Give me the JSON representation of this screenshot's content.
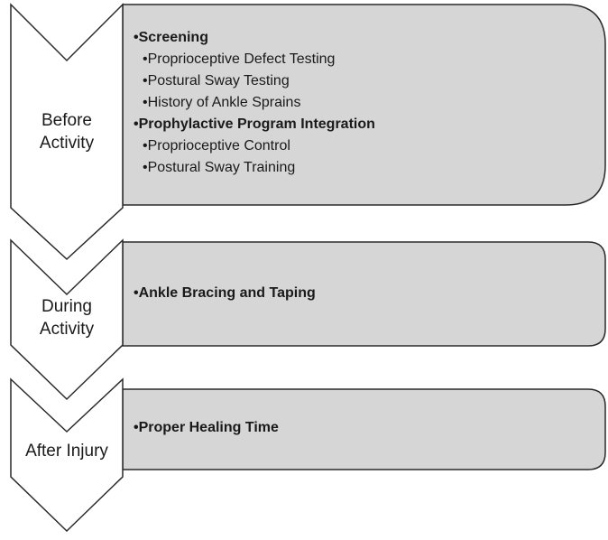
{
  "colors": {
    "chevron_fill": "#ffffff",
    "chevron_stroke": "#2a2a2a",
    "panel_fill": "#d6d6d6",
    "panel_stroke": "#2a2a2a",
    "text": "#1a1a1a"
  },
  "stages": [
    {
      "label_lines": [
        "Before",
        "Activity"
      ],
      "items": [
        {
          "text": "•Screening",
          "level": 1
        },
        {
          "text": "•Proprioceptive Defect Testing",
          "level": 2
        },
        {
          "text": "•Postural Sway Testing",
          "level": 2
        },
        {
          "text": "•History of Ankle Sprains",
          "level": 2
        },
        {
          "text": "•Prophylactive Program Integration",
          "level": 1
        },
        {
          "text": "•Proprioceptive Control",
          "level": 2
        },
        {
          "text": "•Postural Sway Training",
          "level": 2
        }
      ]
    },
    {
      "label_lines": [
        "During",
        "Activity"
      ],
      "items": [
        {
          "text": "•Ankle Bracing and Taping",
          "level": 1
        }
      ]
    },
    {
      "label_lines": [
        "After Injury"
      ],
      "items": [
        {
          "text": "•Proper Healing Time",
          "level": 1
        }
      ]
    }
  ]
}
